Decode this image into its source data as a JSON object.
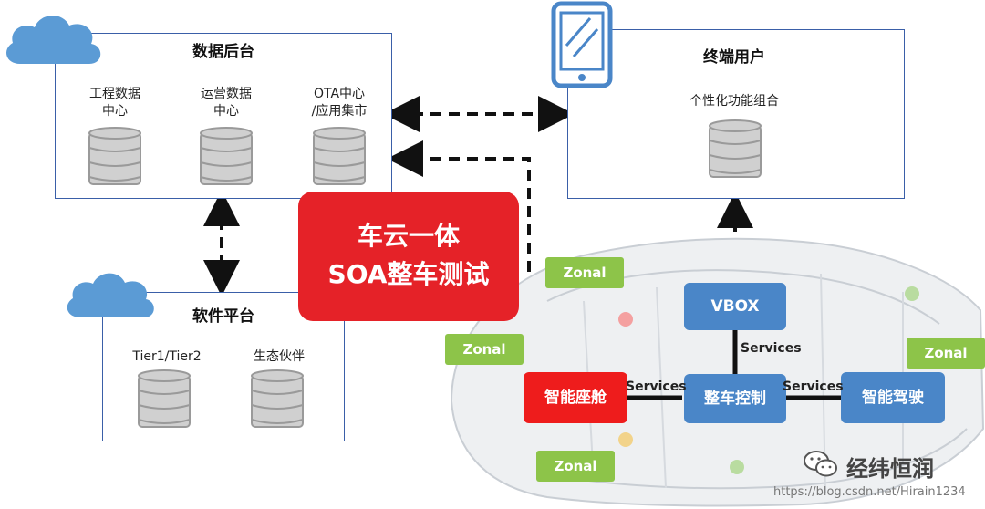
{
  "data_backend": {
    "title": "数据后台",
    "items": [
      {
        "label": "工程数据\n中心"
      },
      {
        "label": "运营数据\n中心"
      },
      {
        "label": "OTA中心\n/应用集市"
      }
    ]
  },
  "end_user": {
    "title": "终端用户",
    "item": "个性化功能组合"
  },
  "software_platform": {
    "title": "软件平台",
    "items": [
      {
        "label": "Tier1/Tier2"
      },
      {
        "label": "生态伙伴"
      }
    ]
  },
  "center": {
    "line1": "车云一体",
    "line2": "SOA整车测试"
  },
  "vehicle": {
    "vbox": "VBOX",
    "vehicle_control": "整车控制",
    "smart_cockpit": "智能座舱",
    "smart_driving": "智能驾驶",
    "zonal_label": "Zonal",
    "services_label": "Services"
  },
  "watermark": {
    "brand": "经纬恒润",
    "url": "https://blog.csdn.net/Hirain1234"
  },
  "colors": {
    "panel_border": "#3a5fa8",
    "cloud": "#5b9bd5",
    "red": "#e52228",
    "blue_node": "#4a86c8",
    "zonal_green": "#8dc449"
  },
  "icons": [
    "cloud-icon",
    "tablet-icon",
    "database-icon",
    "wechat-icon"
  ]
}
